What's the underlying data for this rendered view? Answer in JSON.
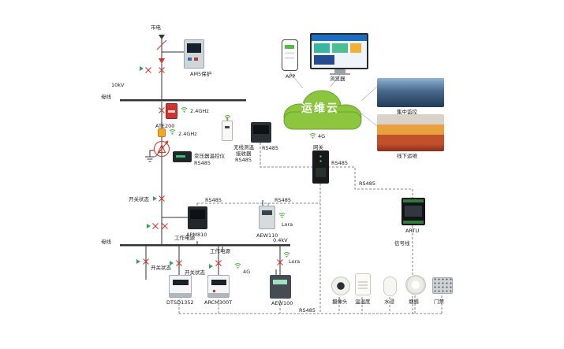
{
  "colors": {
    "cloud_green": "#8CC63F",
    "alarm_red": "#D03A2B",
    "wifi_green": "#58B14C",
    "arrow_green": "#3AA05A"
  },
  "cloud": {
    "label": "运维云"
  },
  "apps": {
    "app": "APP",
    "browser": "浏览器"
  },
  "photos": {
    "central": "集中监控",
    "field": "线下运维"
  },
  "hv": {
    "mains": "市电",
    "protection": "AM5保护",
    "voltage": "10kV",
    "busbar": "母线",
    "ate200": "ATE200",
    "ghz_sensor": "2.4GHz",
    "ghz_receiver": "2.4GHz",
    "receiver_l1": "无线测温",
    "receiver_l2": "接收器",
    "receiver_l3": "RS485",
    "meter_rs485": "RS485",
    "txctrl_l1": "变压器温控仪",
    "txctrl_l2": "RS485",
    "switch_status": "开关状态"
  },
  "gateway": {
    "label": "网关",
    "net": "4G"
  },
  "mid": {
    "rs485_apm": "RS485",
    "apm810": "APM810",
    "rs485_aew": "RS485",
    "aew110": "AEW110",
    "lora": "Lora",
    "artu": "ARTU"
  },
  "links": {
    "rs485_a": "RS485",
    "rs485_b": "RS485",
    "rs485_bottom": "RS485",
    "signal_line": "信号线"
  },
  "lv": {
    "busbar": "母线",
    "voltage": "0.4kV",
    "working_power_a": "工作电源",
    "working_power_b": "工作电源",
    "switch_status_a": "开关状态",
    "switch_status_b": "开关状态",
    "net4g": "4G",
    "lora": "Lora",
    "dtsd1352": "DTSD1352",
    "arcm300t": "ARCM300T",
    "aew100": "AEW100"
  },
  "sensors": {
    "camera": "摄像头",
    "temp_humidity": "温湿度",
    "water": "水浸",
    "smoke": "烟感",
    "door": "门禁"
  }
}
